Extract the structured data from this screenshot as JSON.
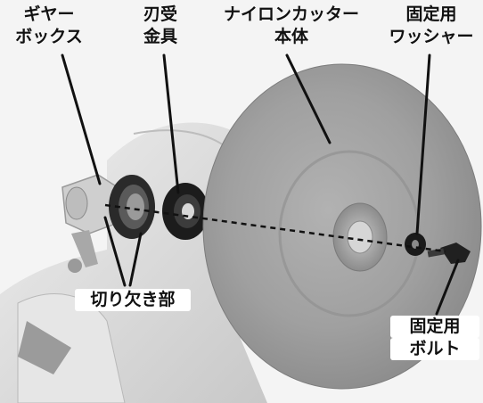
{
  "labels": {
    "gearbox": [
      "ギヤー",
      "ボックス"
    ],
    "blade_holder": [
      "刃受",
      "金具"
    ],
    "cutter_body": [
      "ナイロンカッター",
      "本体"
    ],
    "fixing_washer": [
      "固定用",
      "ワッシャー"
    ],
    "notch": [
      "切り欠き部"
    ],
    "fixing_bolt": [
      "固定用",
      "ボルト"
    ]
  },
  "colors": {
    "disc": "#9a9a9a",
    "housing": "#dcdcdc",
    "dark_part": "#1c1c1c",
    "text": "#111111"
  }
}
